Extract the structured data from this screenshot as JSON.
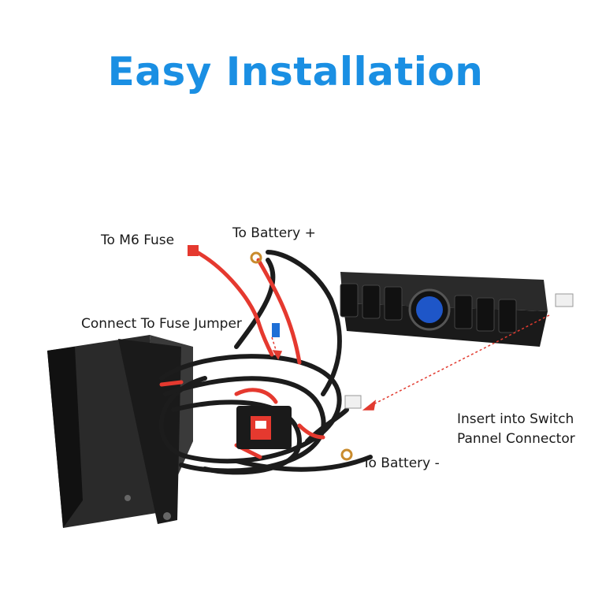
{
  "title": "Easy Installation",
  "colors": {
    "title": "#1a8fe3",
    "wire_red": "#e5392f",
    "wire_black": "#1c1c1c",
    "arrow": "#e23b30",
    "panel": "#222222"
  },
  "labels": {
    "m6_fuse": "To M6 Fuse",
    "battery_pos": "To Battery +",
    "fuse_jumper": "Connect To Fuse Jumper",
    "switch_connector_1": "Insert into Switch",
    "switch_connector_2": "Pannel Connector",
    "battery_neg": "To Battery -"
  },
  "icons": [
    "relay-box-icon",
    "switch-panel-icon",
    "circuit-breaker-icon",
    "wire-harness-icon"
  ]
}
